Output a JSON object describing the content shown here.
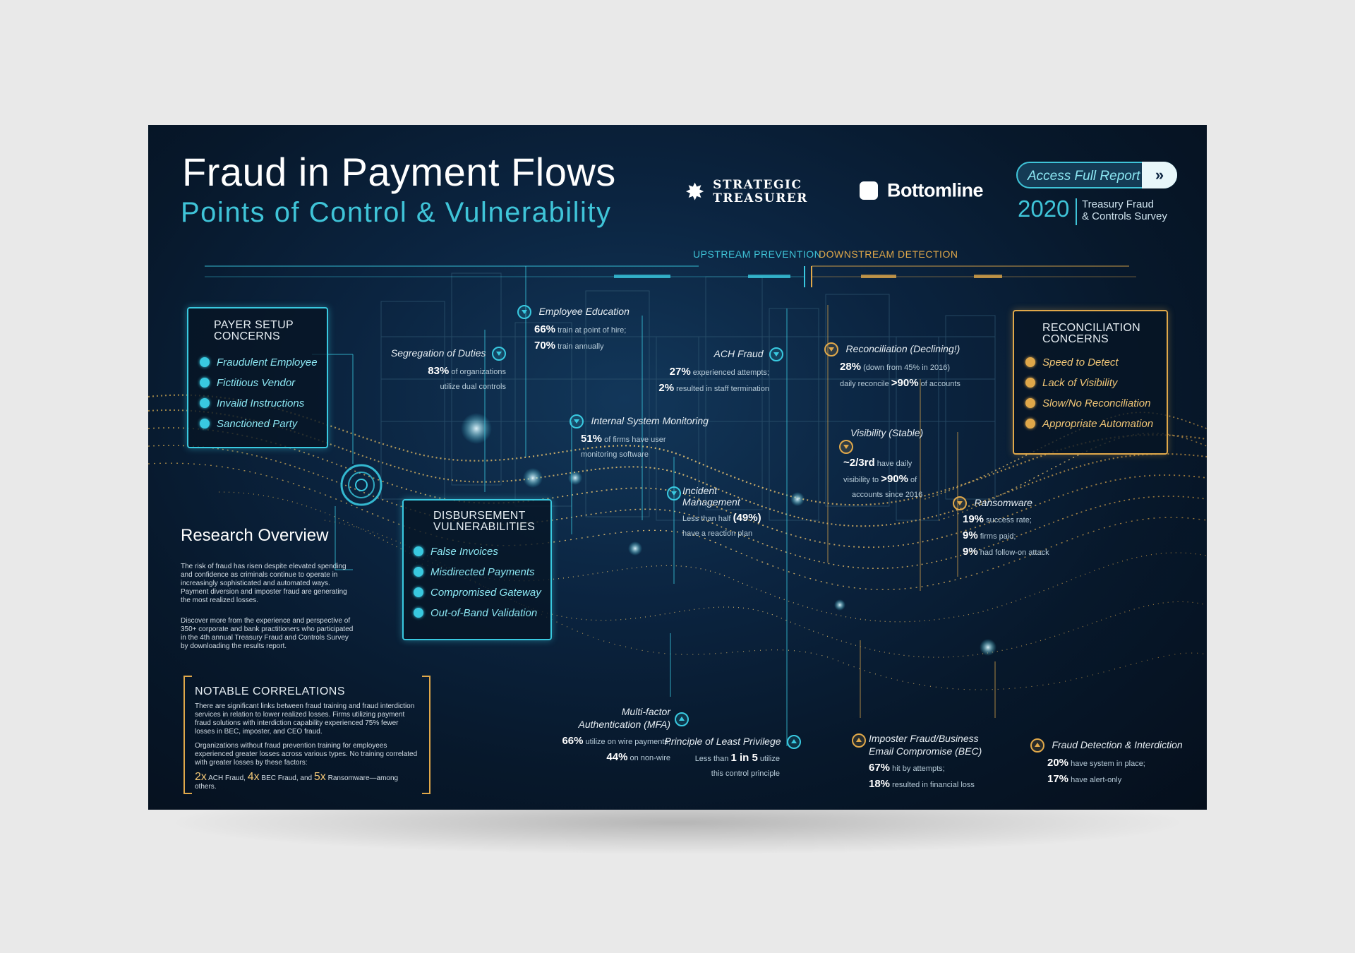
{
  "header": {
    "title": "Fraud in Payment Flows",
    "subtitle": "Points of Control & Vulnerability",
    "brand_strategic_line1": "Strategic",
    "brand_strategic_line2": "Treasurer",
    "brand_bottomline": "Bottomline",
    "access_button": "Access Full Report",
    "year": "2020",
    "survey_line1": "Treasury Fraud",
    "survey_line2": "& Controls Survey"
  },
  "timeline": {
    "upstream": "UPSTREAM PREVENTION",
    "downstream": "DOWNSTREAM DETECTION"
  },
  "payer_setup": {
    "heading_line1": "PAYER SETUP",
    "heading_line2": "CONCERNS",
    "items": [
      "Fraudulent Employee",
      "Fictitious Vendor",
      "Invalid Instructions",
      "Sanctioned Party"
    ]
  },
  "disbursement": {
    "heading_line1": "DISBURSEMENT",
    "heading_line2": "VULNERABILITIES",
    "items": [
      "False Invoices",
      "Misdirected Payments",
      "Compromised Gateway",
      "Out-of-Band Validation"
    ]
  },
  "reconciliation_concerns": {
    "heading_line1": "RECONCILIATION",
    "heading_line2": "CONCERNS",
    "items": [
      "Speed to Detect",
      "Lack of Visibility",
      "Slow/No Reconciliation",
      "Appropriate Automation"
    ]
  },
  "callouts": {
    "segregation": {
      "label": "Segregation of Duties",
      "value": "83%",
      "text1": "of organizations",
      "text2": "utilize dual controls"
    },
    "education": {
      "label": "Employee Education",
      "v1": "66%",
      "t1": "train at point of hire;",
      "v2": "70%",
      "t2": "train annually"
    },
    "ach": {
      "label": "ACH Fraud",
      "v1": "27%",
      "t1": "experienced attempts;",
      "v2": "2%",
      "t2": "resulted in staff termination"
    },
    "internal": {
      "label": "Internal System Monitoring",
      "v1": "51%",
      "t1": "of firms have user",
      "t2": "monitoring software"
    },
    "incident": {
      "label1": "Incident",
      "label2": "Management",
      "t1": "Less than half",
      "v1": "(49%)",
      "t2": "have a reaction plan"
    },
    "recon_decl": {
      "label": "Reconciliation (Declining!)",
      "v1": "28%",
      "t1": "(down from 45% in 2016)",
      "t2": "daily reconcile",
      "v2": ">90%",
      "t3": "of accounts"
    },
    "visibility": {
      "label": "Visibility (Stable)",
      "v1": "~2/3rd",
      "t1": "have daily",
      "t2": "visibility to",
      "v2": ">90%",
      "t3": "of",
      "t4": "accounts since 2016"
    },
    "ransomware": {
      "label": "Ransomware",
      "v1": "19%",
      "t1": "success rate;",
      "v2": "9%",
      "t2": "firms paid;",
      "v3": "9%",
      "t3": "had follow-on attack"
    },
    "mfa": {
      "label1": "Multi-factor",
      "label2": "Authentication (MFA)",
      "v1": "66%",
      "t1": "utilize on wire payments;",
      "v2": "44%",
      "t2": "on non-wire"
    },
    "least_priv": {
      "label": "Principle of Least Privilege",
      "t1": "Less than",
      "v1": "1 in 5",
      "t2": "utilize",
      "t3": "this control principle"
    },
    "bec": {
      "label1": "Imposter Fraud/Business",
      "label2": "Email Compromise (BEC)",
      "v1": "67%",
      "t1": "hit by attempts;",
      "v2": "18%",
      "t2": "resulted in financial loss"
    },
    "detection": {
      "label": "Fraud Detection & Interdiction",
      "v1": "20%",
      "t1": "have system in place;",
      "v2": "17%",
      "t2": "have alert-only"
    }
  },
  "research": {
    "heading": "Research Overview",
    "p1": "The risk of fraud has risen despite elevated spending and confidence as criminals continue to operate in increasingly sophisticated and automated ways. Payment diversion and imposter fraud are generating the most realized losses.",
    "p2": "Discover more from the experience and perspective of 350+ corporate and bank practitioners who participated in the 4th annual Treasury Fraud and Controls Survey by downloading the results report."
  },
  "correlations": {
    "heading": "NOTABLE CORRELATIONS",
    "p1": "There are significant links between fraud training and fraud interdiction services in relation to lower realized losses. Firms utilizing payment fraud solutions with interdiction capability experienced 75% fewer losses in BEC, imposter, and CEO fraud.",
    "p2": "Organizations without fraud prevention training for employees experienced greater losses across various types. No training correlated with greater losses by these factors:",
    "m1": "2x",
    "t1": "ACH Fraud,",
    "m2": "4x",
    "t2": "BEC Fraud, and",
    "m3": "5x",
    "t3": "Ransomware—among others."
  },
  "colors": {
    "cyan": "#39c9e0",
    "gold": "#e0a84a",
    "background": "#07182b"
  }
}
